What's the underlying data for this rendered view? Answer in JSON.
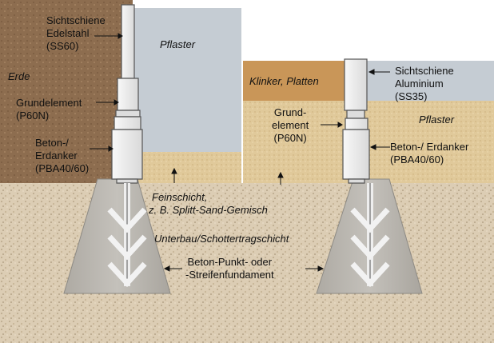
{
  "colors": {
    "soil": "#8a6a4c",
    "pavement": "#c4cbd2",
    "bedding": "#dcc69a",
    "base": "#d8cbb4",
    "concrete": "#b7b4ad",
    "clinker": "#c9955a",
    "rail": "#eeeeee"
  },
  "labels": {
    "rail_steel": [
      "Sichtschiene",
      "Edelstahl",
      "(SS60)"
    ],
    "pavement_left": "Pflaster",
    "soil": "Erde",
    "base_element_left": [
      "Grundelement",
      "(P60N)"
    ],
    "anchor_left": [
      "Beton-/",
      "Erdanker",
      "(PBA40/60)"
    ],
    "bedding": [
      "Feinschicht,",
      "z. B. Splitt-Sand-Gemisch"
    ],
    "subbase": "Unterbau/Schottertragschicht",
    "foundation": [
      "Beton-Punkt- oder",
      "-Streifenfundament"
    ],
    "clinker": "Klinker, Platten",
    "rail_alu": [
      "Sichtschiene",
      "Aluminium",
      "(SS35)"
    ],
    "base_element_right": [
      "Grund-",
      "element",
      "(P60N)"
    ],
    "pavement_right": "Pflaster",
    "anchor_right": [
      "Beton-/ Erdanker",
      "(PBA40/60)"
    ]
  }
}
